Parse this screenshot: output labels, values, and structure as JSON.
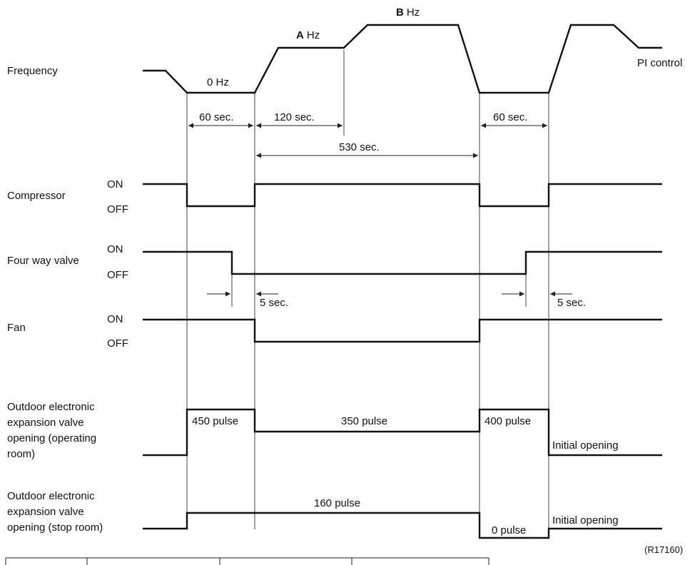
{
  "labels": {
    "frequency": "Frequency",
    "compressor": "Compressor",
    "four_way_valve": "Four way valve",
    "fan": "Fan",
    "outdoor_ev_operating": [
      "Outdoor electronic",
      "expansion valve",
      "opening (operating",
      "room)"
    ],
    "outdoor_ev_stop": [
      "Outdoor electronic",
      "expansion valve",
      "opening (stop room)"
    ]
  },
  "state_labels": {
    "on": "ON",
    "off": "OFF"
  },
  "frequency_labels": {
    "zero_hz": "0 Hz",
    "a_letter": "A",
    "b_letter": "B",
    "hz_unit": "Hz",
    "pi_control": "PI control"
  },
  "durations": {
    "d1": "60 sec.",
    "d2": "120 sec.",
    "d3": "530 sec.",
    "d4": "60 sec.",
    "v1": "5 sec.",
    "v2": "5 sec."
  },
  "pulses": {
    "op_450": "450 pulse",
    "op_350": "350 pulse",
    "op_400": "400 pulse",
    "op_initial": "Initial opening",
    "stop_160": "160 pulse",
    "stop_0": "0 pulse",
    "stop_initial": "Initial opening"
  },
  "figure_ref": "(R17160)"
}
